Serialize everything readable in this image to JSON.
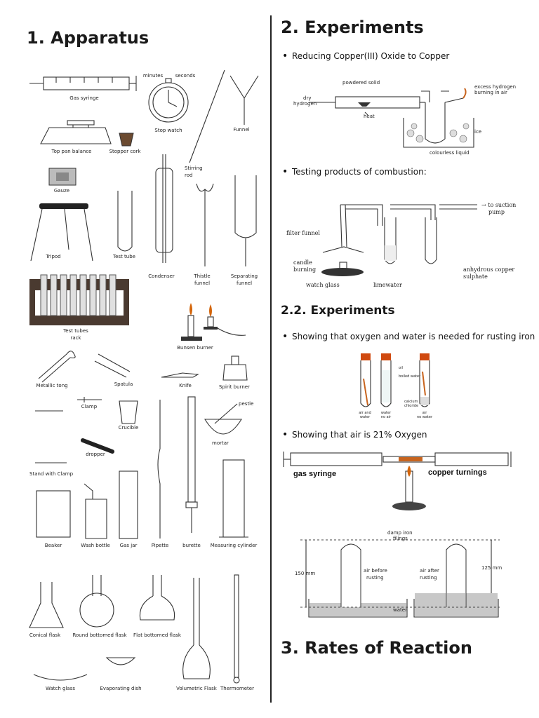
{
  "sections": {
    "apparatus": "1. Apparatus",
    "experiments": "2. Experiments",
    "experiments2": "2.2. Experiments",
    "rates": "3. Rates of Reaction"
  },
  "apparatus_labels": {
    "gas_syringe": "Gas syringe",
    "stop_watch": "Stop watch",
    "minutes": "minutes",
    "seconds": "seconds",
    "funnel": "Funnel",
    "top_pan_balance": "Top pan balance",
    "stopper_cork": "Stopper cork",
    "stirring_rod_1": "Stirring",
    "stirring_rod_2": "rod",
    "gauze": "Gauze",
    "tripod": "Tripod",
    "test_tube": "Test tube",
    "condenser": "Condenser",
    "thistle_funnel_1": "Thistle",
    "thistle_funnel_2": "funnel",
    "separating_funnel_1": "Separating",
    "separating_funnel_2": "funnel",
    "test_tubes_rack_1": "Test tubes",
    "test_tubes_rack_2": "rack",
    "bunsen_burner": "Bunsen burner",
    "metallic_tong": "Metallic tong",
    "spatula": "Spatula",
    "knife": "Knife",
    "spirit_burner": "Spirit burner",
    "clamp": "Clamp",
    "crucible": "Crucible",
    "pestle": "pestle",
    "mortar": "mortar",
    "dropper": "dropper",
    "stand_with_clamp": "Stand with Clamp",
    "beaker": "Beaker",
    "wash_bottle": "Wash bottle",
    "gas_jar": "Gas jar",
    "pipette": "Pipette",
    "burette": "burette",
    "measuring_cylinder": "Measuring cylinder",
    "conical_flask": "Conical flask",
    "round_bottomed_flask": "Round bottomed flask",
    "flat_bottomed_flask": "Flat bottomed flask",
    "watch_glass": "Watch glass",
    "evaporating_dish": "Evaporating dish",
    "volumetric_flask": "Volumetric Flask",
    "thermometer": "Thermometer"
  },
  "experiments": {
    "reducing": {
      "bullet": "Reducing Copper(III) Oxide to Copper",
      "powdered_solid": "powdered solid",
      "dry_hydrogen_1": "dry",
      "dry_hydrogen_2": "hydrogen",
      "heat": "heat",
      "excess_hydrogen_1": "excess hydrogen",
      "excess_hydrogen_2": "burning in air",
      "ice": "ice",
      "colourless_liquid": "colourless liquid"
    },
    "combustion": {
      "bullet": "Testing products of combustion:",
      "to_suction_pump_1": "→ to suction",
      "to_suction_pump_2": "pump",
      "filter_funnel": "filter funnel",
      "candle_burning_1": "candle",
      "candle_burning_2": "burning",
      "watch_glass": "watch glass",
      "limewater": "limewater",
      "anhydrous_1": "anhydrous copper",
      "anhydrous_2": "sulphate"
    },
    "rusting": {
      "bullet": "Showing that oxygen and water is needed for rusting iron",
      "oil": "oil",
      "boiled_water": "boiled water",
      "calcium_chloride_1": "calcium",
      "calcium_chloride_2": "chloride",
      "tube1_1": "air and",
      "tube1_2": "water",
      "tube2_1": "water",
      "tube2_2": "no air",
      "tube3_1": "air",
      "tube3_2": "no water"
    },
    "air": {
      "bullet": "Showing that air is 21% Oxygen",
      "gas_syringe": "gas syringe",
      "copper_turnings": "copper turnings",
      "damp_iron_1": "damp iron",
      "damp_iron_2": "filings",
      "mm150": "150 mm",
      "mm125": "125 mm",
      "air_before_1": "air before",
      "air_before_2": "rusting",
      "air_after_1": "air after",
      "air_after_2": "rusting",
      "water": "water"
    }
  },
  "colors": {
    "copper": "#c8641e",
    "water": "#c8c8c8",
    "rack": "#4a3a30",
    "tube_cap": "#d04a10"
  }
}
